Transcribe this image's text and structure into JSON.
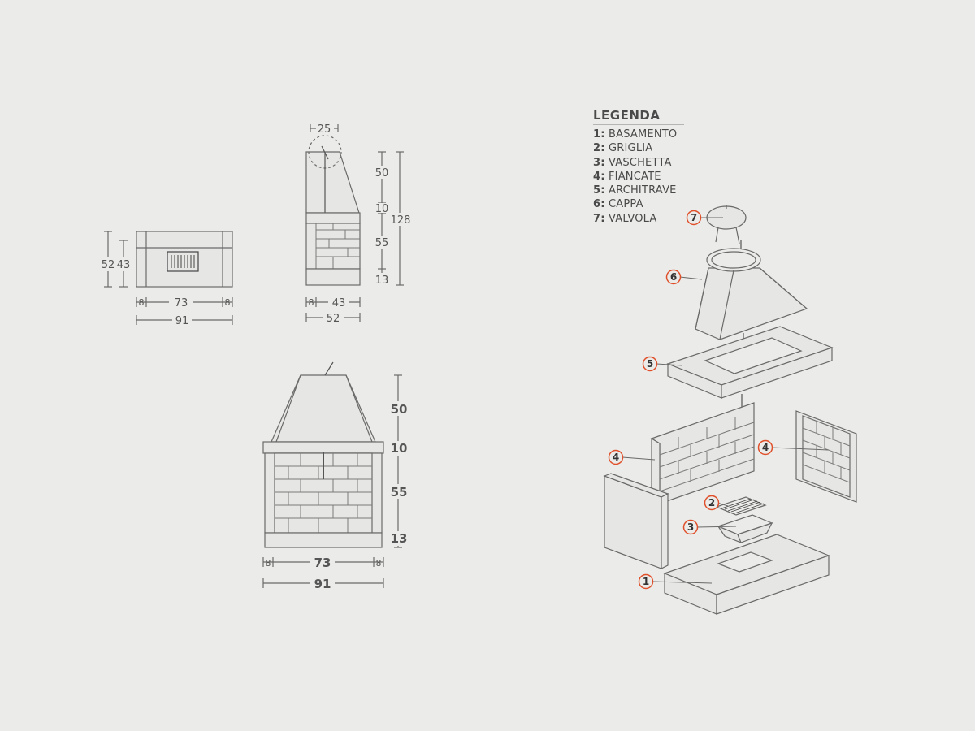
{
  "colors": {
    "background": "#ebebe9",
    "line": "#6a6a6a",
    "accent": "#e0502a"
  },
  "legend": {
    "title": "LEGENDA",
    "items": [
      {
        "num": "1:",
        "label": "BASAMENTO"
      },
      {
        "num": "2:",
        "label": "GRIGLIA"
      },
      {
        "num": "3:",
        "label": "VASCHETTA"
      },
      {
        "num": "4:",
        "label": "FIANCATE"
      },
      {
        "num": "5:",
        "label": "ARCHITRAVE"
      },
      {
        "num": "6:",
        "label": "CAPPA"
      },
      {
        "num": "7:",
        "label": "VALVOLA"
      }
    ]
  },
  "top_view": {
    "h_outer": "52",
    "h_inner": "43",
    "w_left": "8",
    "w_mid": "73",
    "w_right": "8",
    "w_total": "91"
  },
  "side_view": {
    "pipe": "25",
    "h1": "50",
    "h2": "10",
    "h3": "55",
    "h4": "13",
    "h_total": "128",
    "w_left": "8",
    "w_mid": "43",
    "w_total": "52"
  },
  "front_view": {
    "h1": "50",
    "h2": "10",
    "h3": "55",
    "h4": "13",
    "w_left": "8",
    "w_mid": "73",
    "w_right": "8",
    "w_total": "91"
  },
  "callouts": [
    "1",
    "2",
    "3",
    "4",
    "4",
    "5",
    "6",
    "7"
  ]
}
